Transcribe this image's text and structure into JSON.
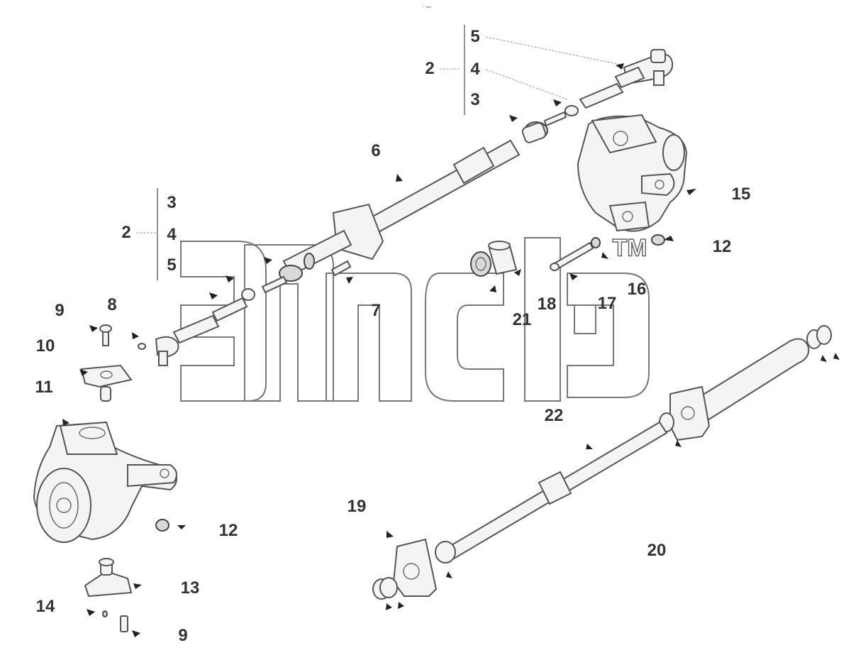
{
  "watermark": {
    "trademark": "TM"
  },
  "header_mark": "° •••",
  "callouts": [
    {
      "id": "c5a",
      "text": "5"
    },
    {
      "id": "c2a",
      "text": "2"
    },
    {
      "id": "c4a",
      "text": "4"
    },
    {
      "id": "c3a",
      "text": "3"
    },
    {
      "id": "c6",
      "text": "6"
    },
    {
      "id": "c15",
      "text": "15"
    },
    {
      "id": "c3b",
      "text": "3"
    },
    {
      "id": "c2b",
      "text": "2"
    },
    {
      "id": "c4b",
      "text": "4"
    },
    {
      "id": "c5b",
      "text": "5"
    },
    {
      "id": "c12a",
      "text": "12"
    },
    {
      "id": "c16",
      "text": "16"
    },
    {
      "id": "c9a",
      "text": "9"
    },
    {
      "id": "c8",
      "text": "8"
    },
    {
      "id": "c7",
      "text": "7"
    },
    {
      "id": "c21",
      "text": "21"
    },
    {
      "id": "c18",
      "text": "18"
    },
    {
      "id": "c17",
      "text": "17"
    },
    {
      "id": "c10",
      "text": "10"
    },
    {
      "id": "c11",
      "text": "11"
    },
    {
      "id": "c22",
      "text": "22"
    },
    {
      "id": "c19",
      "text": "19"
    },
    {
      "id": "c12b",
      "text": "12"
    },
    {
      "id": "c20",
      "text": "20"
    },
    {
      "id": "c13",
      "text": "13"
    },
    {
      "id": "c14",
      "text": "14"
    },
    {
      "id": "c9b",
      "text": "9"
    }
  ]
}
